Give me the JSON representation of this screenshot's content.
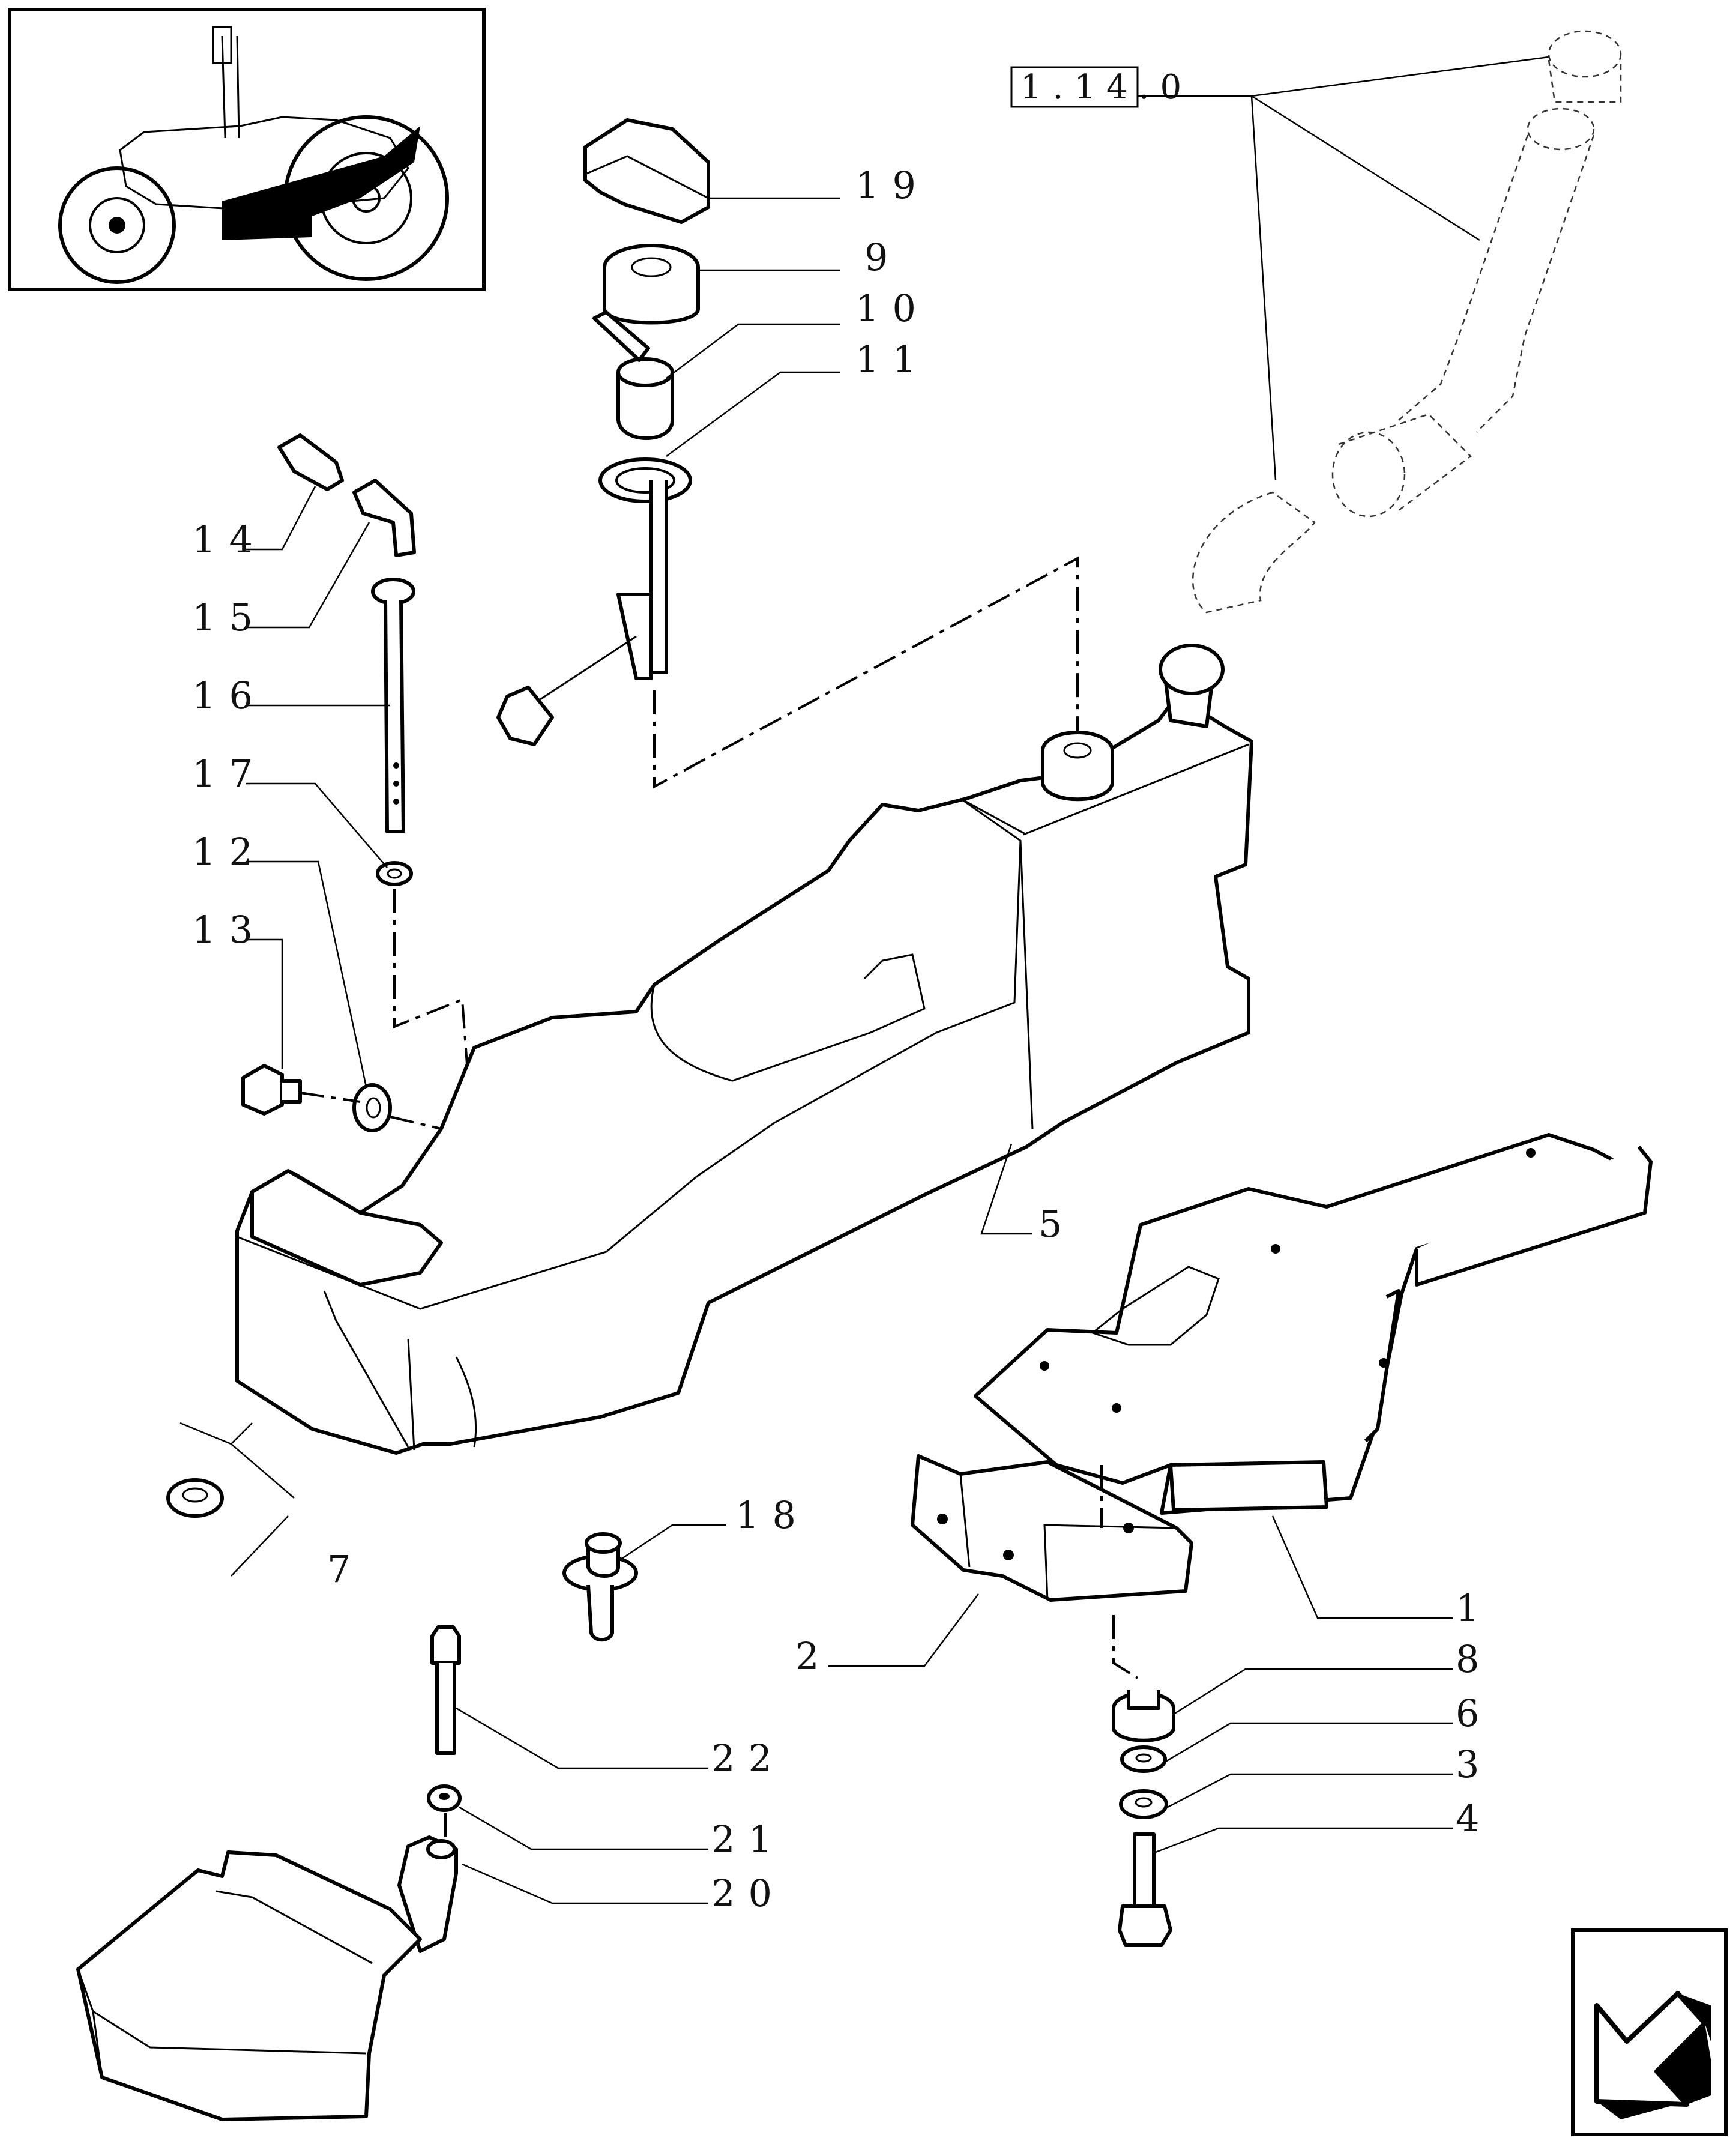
{
  "diagram": {
    "reference_label": "1.14.0",
    "callouts": {
      "c1": "1",
      "c2": "2",
      "c3": "3",
      "c4": "4",
      "c5": "5",
      "c6": "6",
      "c7": "7",
      "c8": "8",
      "c9": "9",
      "c10": "10",
      "c11": "11",
      "c12": "12",
      "c13": "13",
      "c14": "14",
      "c15": "15",
      "c16": "16",
      "c17": "17",
      "c18": "18",
      "c19": "19",
      "c20": "20",
      "c21": "21",
      "c22": "22"
    }
  },
  "navigation": {
    "prev_icon": "arrow-down-left-icon"
  }
}
